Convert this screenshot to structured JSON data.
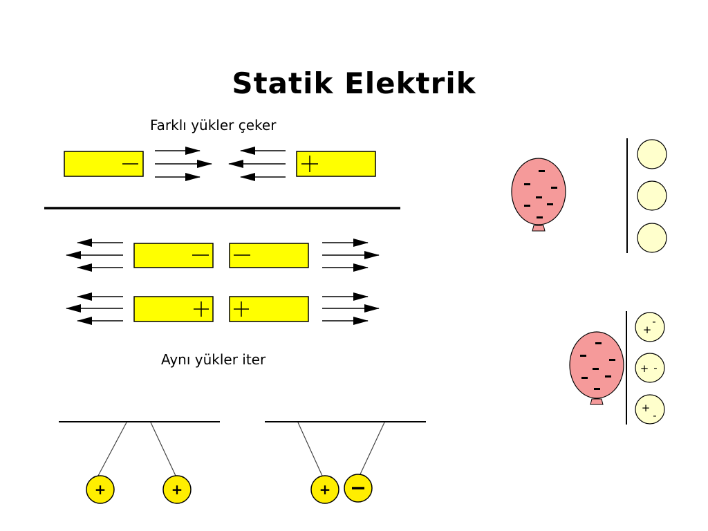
{
  "slide": {
    "title": "Statik Elektrik",
    "caption_attract": "Farklı yükler çeker",
    "caption_repel": "Aynı yükler iter"
  },
  "colors": {
    "bar_fill": "#ffff00",
    "balloon_fill": "#f59a9a",
    "ball_fill": "#ffffcc",
    "pendulum_fill": "#ffee00"
  },
  "charge_symbols": {
    "minus": "−",
    "plus": "+",
    "dash": "-"
  },
  "icons": {
    "arrow": "arrow-icon",
    "balloon": "balloon-icon",
    "ball": "ball-icon"
  }
}
